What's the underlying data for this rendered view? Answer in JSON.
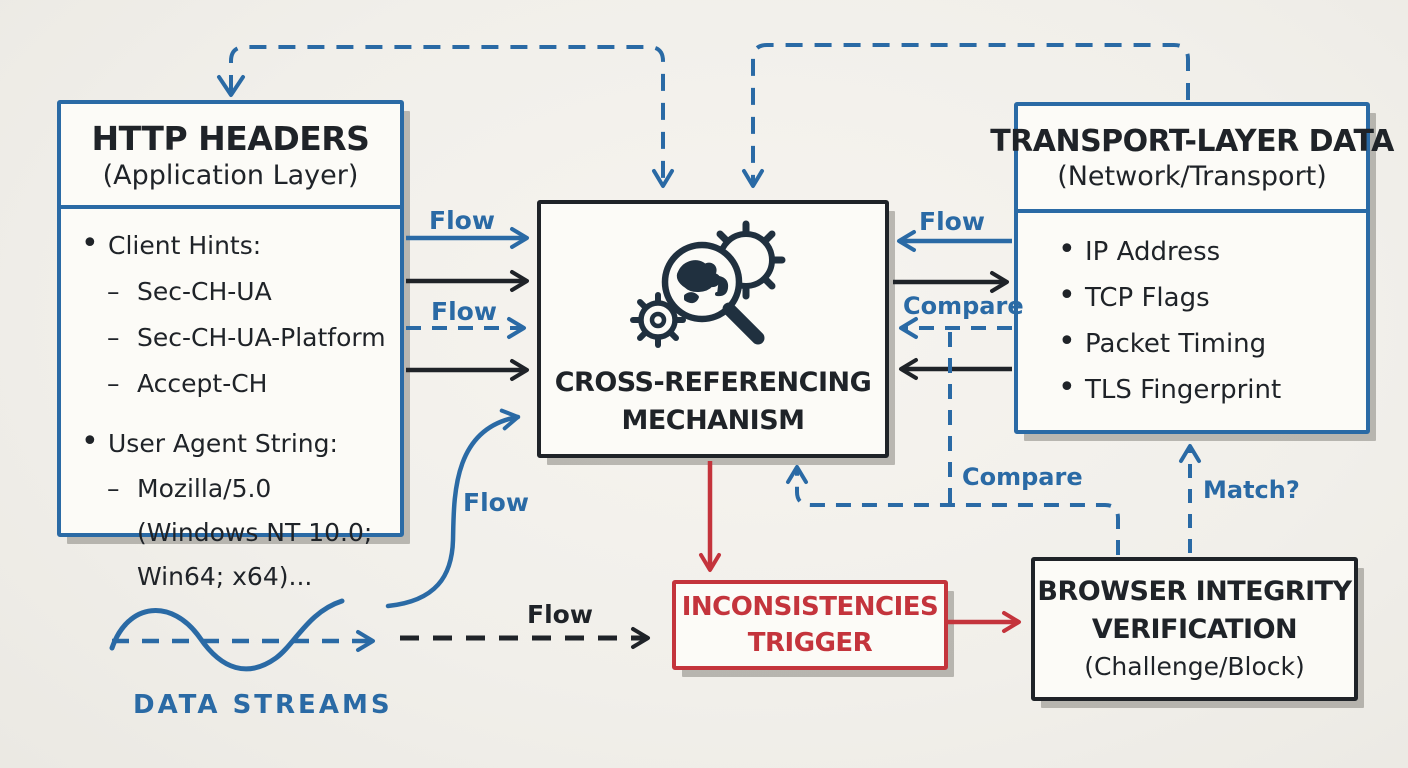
{
  "colors": {
    "ink_blue": "#2a6aa5",
    "ink_black": "#1f2328",
    "ink_red": "#c4343c",
    "board_background": "#f1efea",
    "box_fill": "#fcfbf7"
  },
  "boxes": {
    "http_headers": {
      "title": "HTTP HEADERS",
      "subtitle": "(Application Layer)",
      "groups": [
        {
          "label": "Client Hints:",
          "items": [
            "Sec-CH-UA",
            "Sec-CH-UA-Platform",
            "Accept-CH"
          ]
        },
        {
          "label": "User Agent String:",
          "items": [
            "Mozilla/5.0 (Windows NT 10.0; Win64; x64)..."
          ]
        }
      ]
    },
    "cross_referencing": {
      "line1": "CROSS-REFERENCING",
      "line2": "MECHANISM",
      "icon": "magnifier-globe-gears-icon"
    },
    "transport_layer": {
      "title": "TRANSPORT-LAYER DATA",
      "subtitle": "(Network/Transport)",
      "items": [
        "IP Address",
        "TCP Flags",
        "Packet Timing",
        "TLS Fingerprint"
      ]
    },
    "inconsistencies_trigger": {
      "line1": "INCONSISTENCIES",
      "line2": "TRIGGER"
    },
    "browser_integrity": {
      "line1": "BROWSER INTEGRITY",
      "line2": "VERIFICATION",
      "line3": "(Challenge/Block)"
    }
  },
  "labels": {
    "flow_http_to_crossref": "Flow",
    "flow_http_dashed": "Flow",
    "flow_transport_to_crossref": "Flow",
    "compare_right": "Compare",
    "compare_bottom": "Compare",
    "match": "Match?",
    "flow_curve": "Flow",
    "flow_bottom": "Flow",
    "data_streams": "DATA STREAMS"
  }
}
